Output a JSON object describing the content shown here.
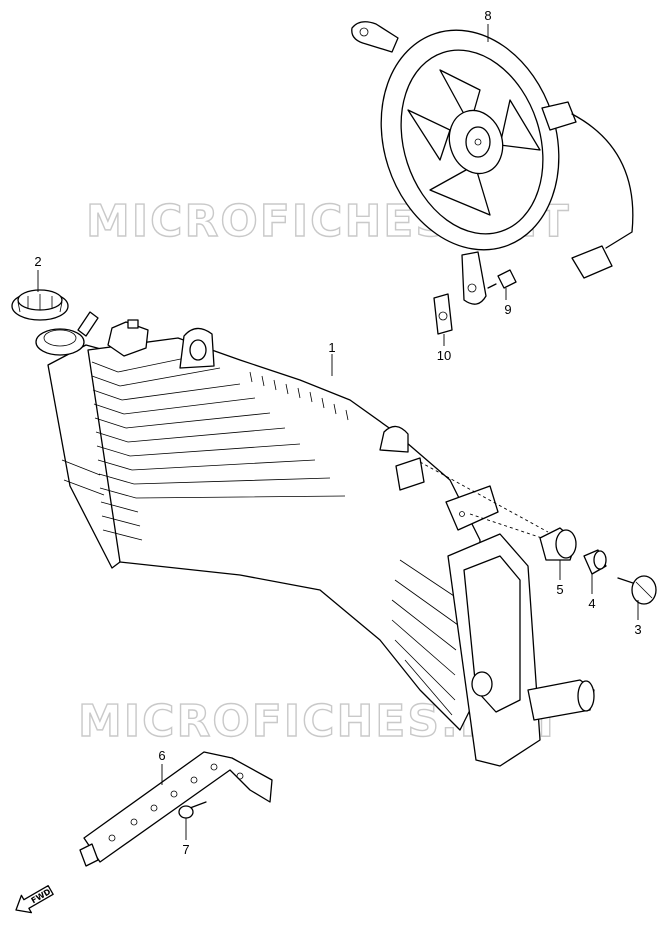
{
  "watermarks": [
    "MICROFICHES.NET",
    "MICROFICHES.NET"
  ],
  "direction_arrow": {
    "label": "FWD",
    "icon": "fwd-arrow-icon"
  },
  "callouts": {
    "c1": "1",
    "c2": "2",
    "c3": "3",
    "c4": "4",
    "c5": "5",
    "c6": "6",
    "c7": "7",
    "c8": "8",
    "c9": "9",
    "c10": "10"
  },
  "colors": {
    "line": "#000000",
    "background": "#ffffff",
    "watermark": "#c9c9c9"
  }
}
